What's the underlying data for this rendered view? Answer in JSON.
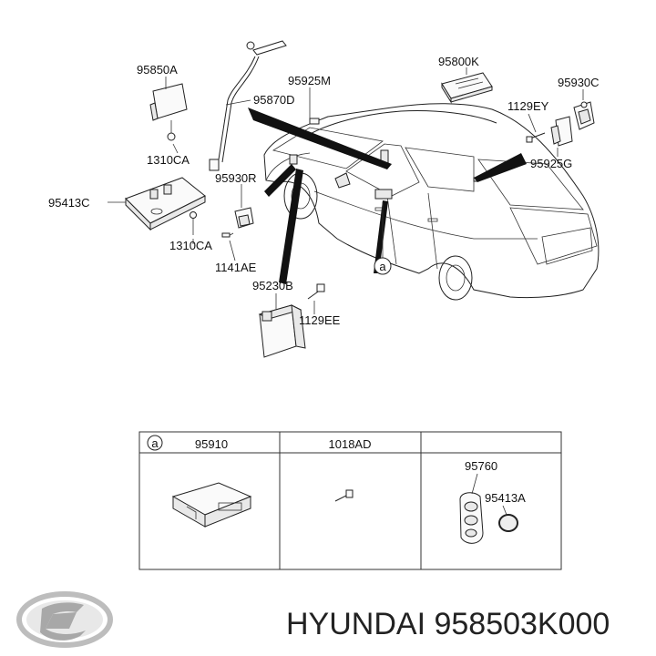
{
  "labels": {
    "p95850A": "95850A",
    "p95925M": "95925M",
    "p95800K": "95800K",
    "p95930C": "95930C",
    "p95870D": "95870D",
    "p1129EY": "1129EY",
    "p1310CA_top": "1310CA",
    "p95925G": "95925G",
    "p95930R": "95930R",
    "p95413C": "95413C",
    "p1310CA_bottom": "1310CA",
    "p1141AE": "1141AE",
    "p95230B": "95230B",
    "p1129EE": "1129EE",
    "callout_a": "a"
  },
  "table": {
    "header_key": "a",
    "col1": "95910",
    "col2": "1018AD",
    "col3_part1": "95760",
    "col3_part2": "95413A"
  },
  "footer": {
    "brand_part_number": "HYUNDAI 958503K000"
  }
}
